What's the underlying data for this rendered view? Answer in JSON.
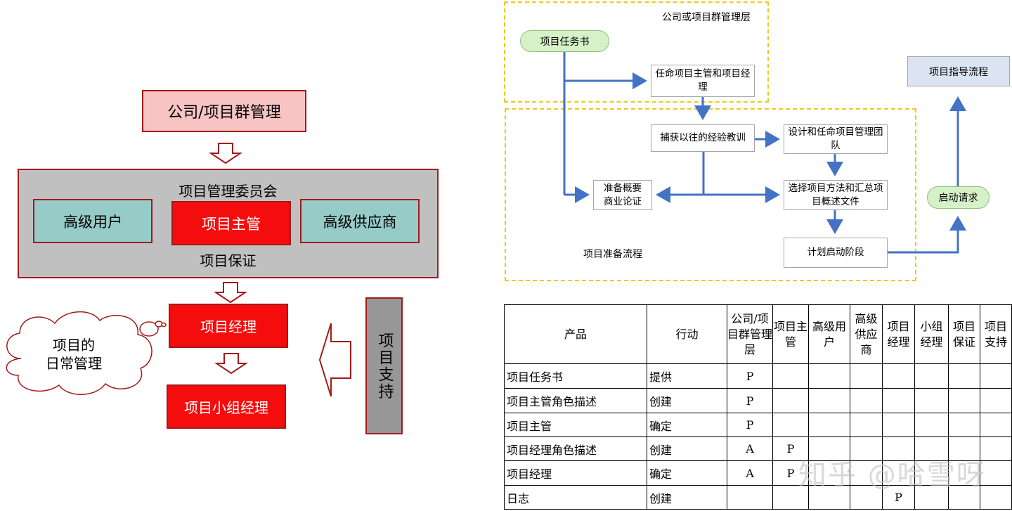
{
  "org": {
    "top": "公司/项目群管理",
    "board_title": "项目管理委员会",
    "senior_user": "高级用户",
    "executive": "项目主管",
    "senior_supplier": "高级供应商",
    "assurance": "项目保证",
    "project_manager": "项目经理",
    "team_manager": "项目小组经理",
    "support": "项目支持",
    "daily_line1": "项目的",
    "daily_line2": "日常管理"
  },
  "flow": {
    "zone1_label": "公司或项目群管理层",
    "zone2_label": "项目准备流程",
    "mandate": "项目任务书",
    "appoint": "任命项目主管和项目经理",
    "capture": "捕获以往的经验教训",
    "design_team": "设计和任命项目管理团队",
    "outline": "准备概要商业论证",
    "select": "选择项目方法和汇总项目概述文件",
    "plan": "计划启动阶段",
    "request": "启动请求",
    "directing": "项目指导流程"
  },
  "table": {
    "headers": [
      "产品",
      "行动",
      "公司/项目群管理层",
      "项目主管",
      "高级用户",
      "高级供应商",
      "项目经理",
      "小组经理",
      "项目保证",
      "项目支持"
    ],
    "rows": [
      [
        "项目任务书",
        "提供",
        "P",
        "",
        "",
        "",
        "",
        "",
        "",
        ""
      ],
      [
        "项目主管角色描述",
        "创建",
        "P",
        "",
        "",
        "",
        "",
        "",
        "",
        ""
      ],
      [
        "项目主管",
        "确定",
        "P",
        "",
        "",
        "",
        "",
        "",
        "",
        ""
      ],
      [
        "项目经理角色描述",
        "创建",
        "A",
        "P",
        "",
        "",
        "",
        "",
        "",
        ""
      ],
      [
        "项目经理",
        "确定",
        "A",
        "P",
        "",
        "",
        "",
        "",
        "",
        ""
      ],
      [
        "日志",
        "创建",
        "",
        "",
        "",
        "",
        "P",
        "",
        "",
        ""
      ]
    ]
  },
  "watermark": "知乎 @哈雪呀",
  "colors": {
    "pink": "#f7c3c3",
    "red": "#f50d0d",
    "teal": "#96cbc8",
    "gray_panel": "#c0c0c0",
    "support_gray": "#979797",
    "dark_red_border": "#a31a1a",
    "flow_blue": "#4472c4",
    "dash_yellow": "#f2c81a",
    "green_pill": "#d6f1c8",
    "pale_blue": "#dbe4f1"
  }
}
